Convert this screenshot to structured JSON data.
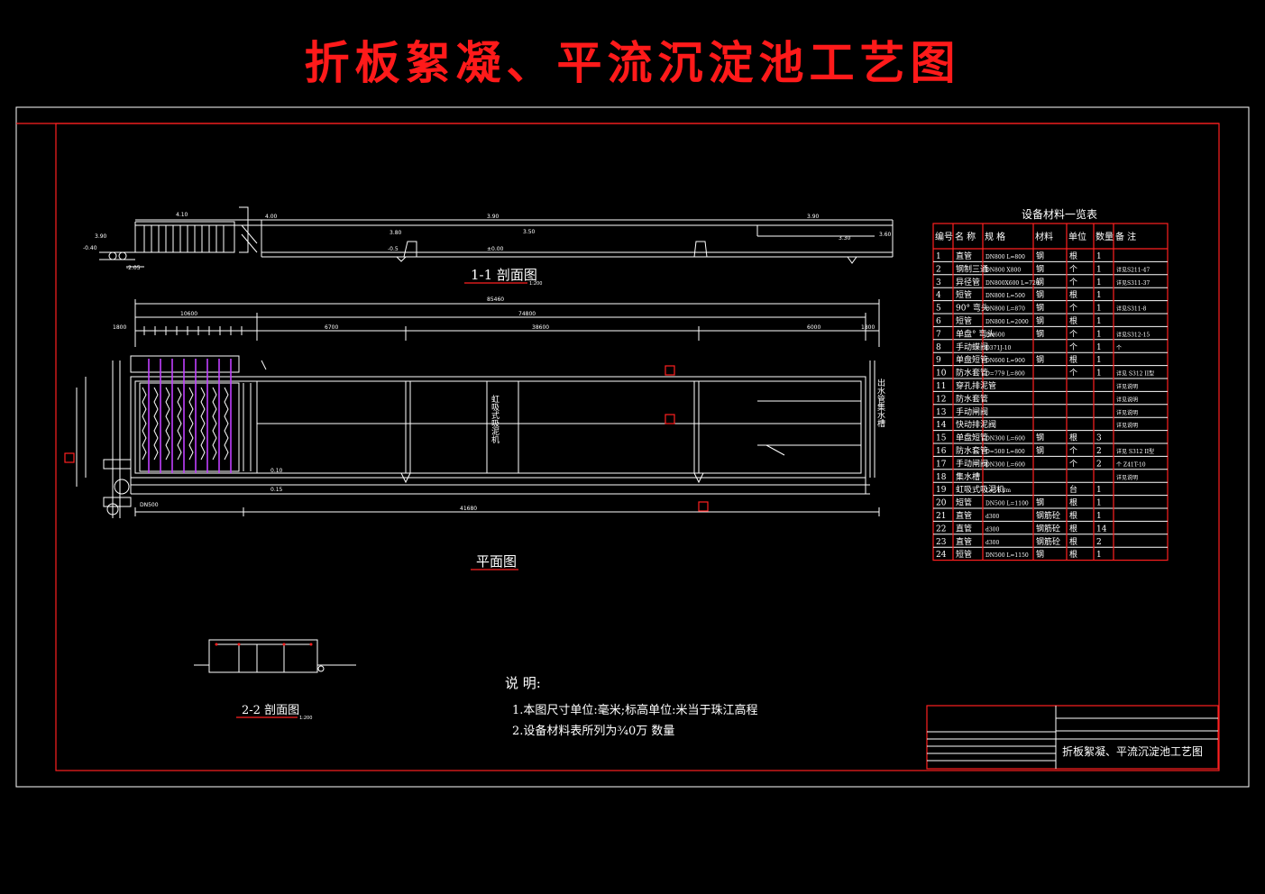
{
  "title": "折板絮凝、平流沉淀池工艺图",
  "section_1_1": "1-1 剖面图",
  "plan_view": "平面图",
  "section_2_2": "2-2 剖面图",
  "scale_small": "1:200",
  "dims": {
    "total_top": "85460",
    "inner_top": "74800",
    "mid_a": "6700",
    "mid_b": "38600",
    "mid_c": "6000",
    "left_a": "10600",
    "left_b": "1800",
    "right_a": "1800",
    "bottom_total": "41680"
  },
  "vertical_labels": {
    "left_band": "虹吸式吸泥机",
    "right_band": "出水管集水槽"
  },
  "notes": {
    "heading": "说 明:",
    "items": [
      "1.本图尺寸单位:毫米;标高单位:米当于珠江高程",
      "2.设备材料表所列为¾0万 数量"
    ]
  },
  "table": {
    "title": "设备材料一览表",
    "headers": [
      "编号",
      "名 称",
      "规 格",
      "材料",
      "单位",
      "数量",
      "备 注"
    ],
    "rows": [
      [
        "1",
        "直管",
        "DN800 L=800",
        "钢",
        "根",
        "1",
        ""
      ],
      [
        "2",
        "钢制三通",
        "DN800 X800",
        "钢",
        "个",
        "1",
        "详见S211-47"
      ],
      [
        "3",
        "异径管",
        "DN800X600 L=720",
        "钢",
        "个",
        "1",
        "详见S311-37"
      ],
      [
        "4",
        "短管",
        "DN800 L=500",
        "钢",
        "根",
        "1",
        ""
      ],
      [
        "5",
        "90° 弯头",
        "DN800 L=870",
        "钢",
        "个",
        "1",
        "详见S311-8"
      ],
      [
        "6",
        "短管",
        "DN800 L=2000",
        "钢",
        "根",
        "1",
        ""
      ],
      [
        "7",
        "单盘° 弯头",
        "DN600",
        "钢",
        "个",
        "1",
        "详见S312-15"
      ],
      [
        "8",
        "手动蝶阀",
        "D371J-10",
        "",
        "个",
        "1",
        "个"
      ],
      [
        "9",
        "单盘短管",
        "DN600 L=900",
        "钢",
        "根",
        "1",
        ""
      ],
      [
        "10",
        "防水套管",
        "D=779 L=800",
        "",
        "个",
        "1",
        "详见 S312 II型"
      ],
      [
        "11",
        "穿孔排泥管",
        "",
        "",
        "",
        "",
        "详见说明"
      ],
      [
        "12",
        "防水套管",
        "",
        "",
        "",
        "",
        "详见说明"
      ],
      [
        "13",
        "手动闸阀",
        "",
        "",
        "",
        "",
        "详见说明"
      ],
      [
        "14",
        "快动排泥阀",
        "",
        "",
        "",
        "",
        "详见说明"
      ],
      [
        "15",
        "单盘短管",
        "DN300 L=600",
        "钢",
        "根",
        "3",
        ""
      ],
      [
        "16",
        "防水套管",
        "D=500 L=800",
        "钢",
        "个",
        "2",
        "详见 S312 II型"
      ],
      [
        "17",
        "手动闸阀",
        "DN300 L=600",
        "",
        "个",
        "2",
        "个 Z41T-10"
      ],
      [
        "18",
        "集水槽",
        "",
        "",
        "",
        "",
        "详见说明"
      ],
      [
        "19",
        "虹吸式吸泥机",
        "L=11.8m",
        "",
        "台",
        "1",
        ""
      ],
      [
        "20",
        "短管",
        "DN500 L=1100",
        "钢",
        "根",
        "1",
        ""
      ],
      [
        "21",
        "直管",
        "d300",
        "钢筋砼",
        "根",
        "1",
        ""
      ],
      [
        "22",
        "直管",
        "d300",
        "钢筋砼",
        "根",
        "14",
        ""
      ],
      [
        "23",
        "直管",
        "d300",
        "钢筋砼",
        "根",
        "2",
        ""
      ],
      [
        "24",
        "短管",
        "DN500 L=1150",
        "钢",
        "根",
        "1",
        ""
      ]
    ]
  },
  "title_block": {
    "name": "折板絮凝、平流沉淀池工艺图"
  }
}
